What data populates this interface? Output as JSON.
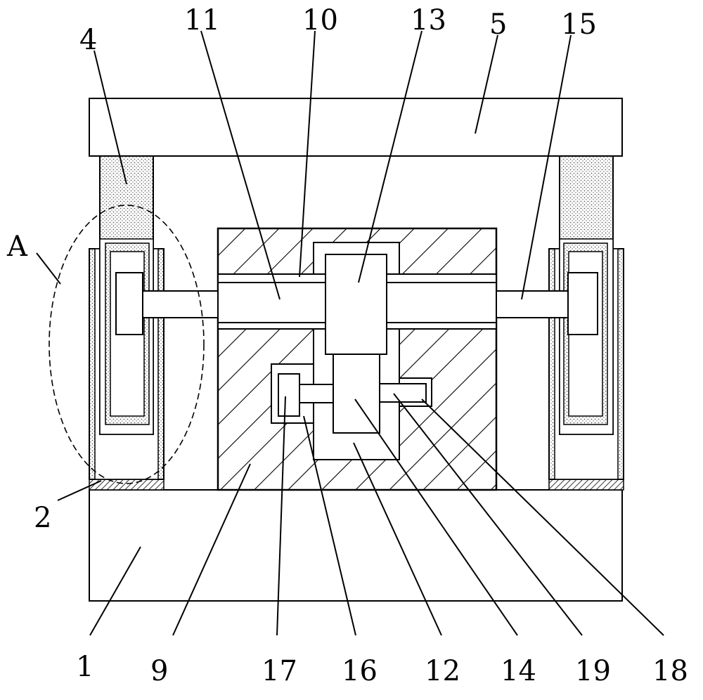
{
  "labels": {
    "l1": "1",
    "l2": "2",
    "l4": "4",
    "l5": "5",
    "l9": "9",
    "l10": "10",
    "l11": "11",
    "l12": "12",
    "l13": "13",
    "l14": "14",
    "l15": "15",
    "l16": "16",
    "l17": "17",
    "l18": "18",
    "l19": "19",
    "lA": "A"
  },
  "colors": {
    "line": "#000000",
    "background": "#ffffff"
  }
}
